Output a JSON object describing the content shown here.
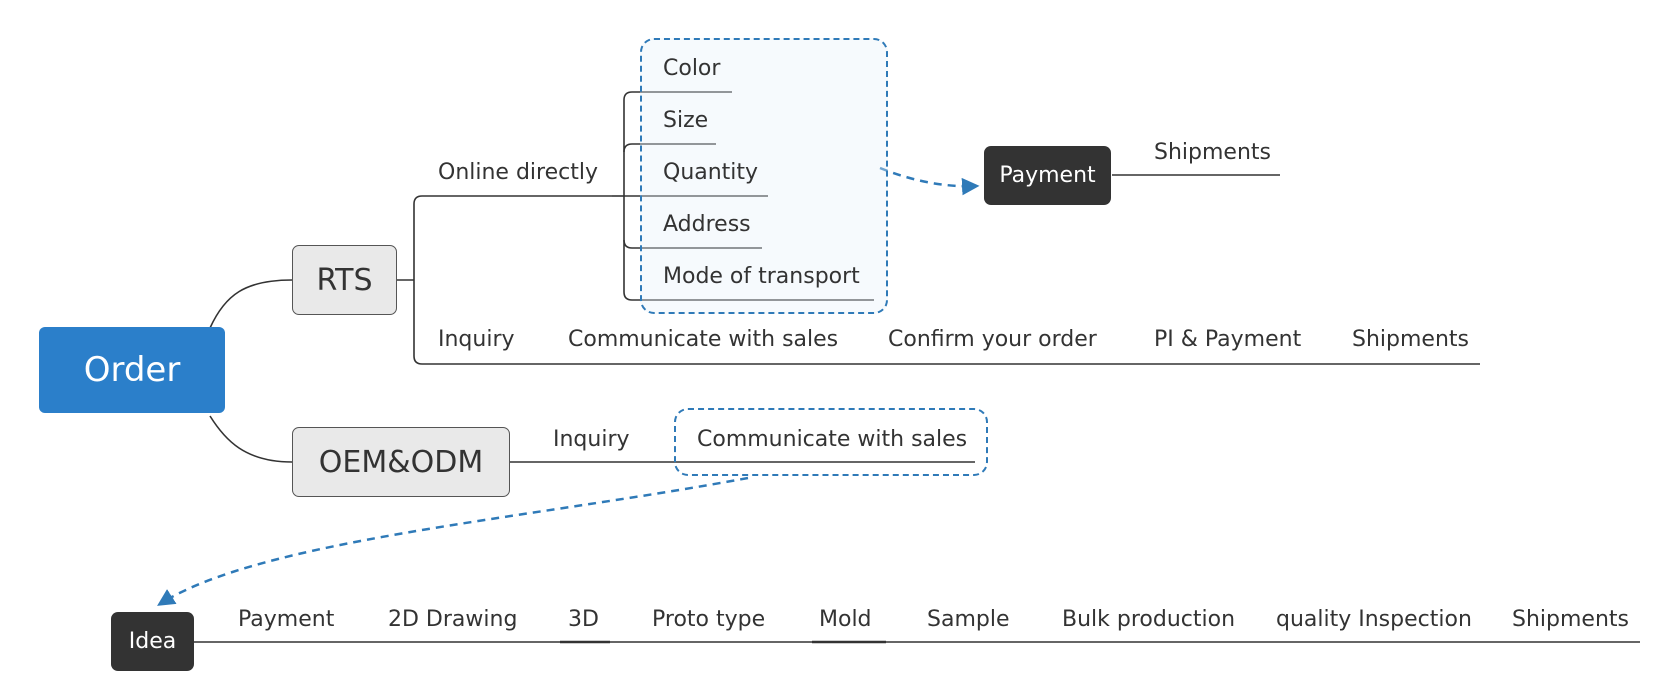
{
  "root": {
    "label": "Order"
  },
  "rts": {
    "label": "RTS",
    "online": {
      "label": "Online directly",
      "details": [
        "Color",
        "Size",
        "Quantity",
        "Address",
        "Mode of transport"
      ],
      "payment": "Payment",
      "shipments": "Shipments"
    },
    "inquiry_flow": [
      "Inquiry",
      "Communicate with sales",
      "Confirm your order",
      "PI & Payment",
      "Shipments"
    ]
  },
  "oem": {
    "label": "OEM&ODM",
    "inquiry": "Inquiry",
    "communicate": "Communicate with sales"
  },
  "idea": {
    "label": "Idea",
    "flow": [
      "Payment",
      "2D Drawing",
      "3D",
      "Proto type",
      "Mold",
      "Sample",
      "Bulk production",
      "quality Inspection",
      "Shipments"
    ]
  },
  "colors": {
    "root": "#2b7fca",
    "dark_node": "#333333",
    "branch_fill": "#e9e9e9",
    "dashed": "#2f7ab8",
    "line": "#333333"
  }
}
